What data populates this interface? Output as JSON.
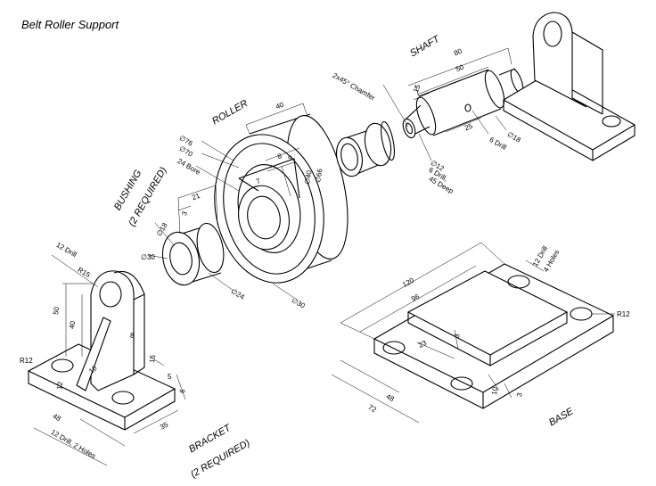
{
  "title": "Belt Roller Support",
  "parts": {
    "shaft": "SHAFT",
    "roller": "ROLLER",
    "bushing": "BUSHING",
    "bushing_qty": "(2 REQUIRED)",
    "bracket": "BRACKET",
    "bracket_qty": "(2 REQUIRED)",
    "base": "BASE"
  },
  "shaft_dims": {
    "d80": "80",
    "d50": "50",
    "d15": "15",
    "d25": "25",
    "drill": "6 Drill",
    "dia18": "∅18",
    "dia12": "∅12",
    "chamfer": "2x45° Chamfer",
    "drill_deep": "6 Drill,",
    "deep": "45 Deep"
  },
  "roller_dims": {
    "d40": "40",
    "dia76": "∅76",
    "dia70": "∅70",
    "bore": "24 Bore",
    "d8": "8",
    "d9": "9",
    "d7": "7",
    "dia40": "∅40",
    "dia66": "∅66",
    "dia30": "∅30"
  },
  "bushing_dims": {
    "d21": "21",
    "d3": "3",
    "dia18": "∅18",
    "dia30": "∅30",
    "dia24": "∅24"
  },
  "bracket_dims": {
    "drill": "12 Drill",
    "r15": "R15",
    "d50": "50",
    "d40": "40",
    "d8": "8",
    "d10": "10",
    "d15": "15",
    "d5": "5",
    "r12": "R12",
    "d12": "12",
    "d6": "6",
    "d48": "48",
    "d35": "35",
    "holes": "12 Drill, 2 Holes"
  },
  "base_dims": {
    "d120": "120",
    "d96": "96",
    "drill": "12 Drill",
    "holes": "4 Holes",
    "r12": "R12",
    "d23": "23",
    "d3a": "3",
    "d48": "48",
    "d72": "72",
    "d10": "10",
    "d3b": "3"
  }
}
